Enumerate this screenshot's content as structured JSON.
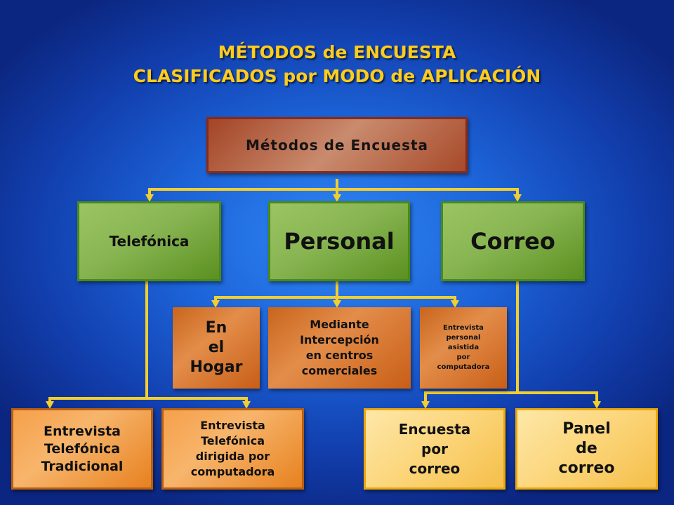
{
  "title": {
    "line1": "MÉTODOS de ENCUESTA",
    "line2": "CLASIFICADOS por MODO de APLICACIÓN"
  },
  "root": "Métodos de Encuesta",
  "level1": {
    "telefonica": "Telefónica",
    "personal": "Personal",
    "correo": "Correo"
  },
  "personal_children": {
    "hogar": "En\nel\nHogar",
    "mediante": "Mediante\nIntercepción\nen centros\ncomerciales",
    "asistida": "Entrevista\npersonal\nasistida\npor\ncomputadora"
  },
  "telefonica_children": {
    "tradicional": "Entrevista\nTelefónica\nTradicional",
    "dirigida": "Entrevista\nTelefónica\ndirigida por\ncomputadora"
  },
  "correo_children": {
    "encuesta": "Encuesta\npor\ncorreo",
    "panel": "Panel\nde\ncorreo"
  },
  "colors": {
    "connector": "#f2cf2e",
    "title": "#ffcc1c"
  }
}
